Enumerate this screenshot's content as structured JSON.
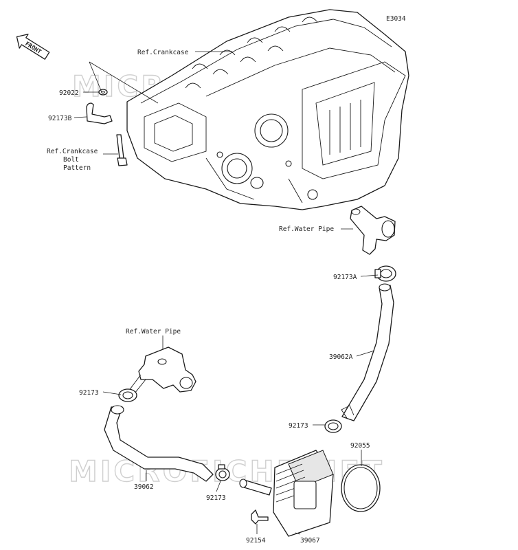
{
  "diagram_code": "E3034",
  "front_label": "FRONT",
  "watermarks": [
    "MICROFICHE.NET",
    "MICROFICHE.NET"
  ],
  "labels": {
    "ref_crankcase": "Ref.Crankcase",
    "p92022": "92022",
    "p92173B": "92173B",
    "ref_bolt_1": "Ref.Crankcase",
    "ref_bolt_2": "Bolt",
    "ref_bolt_3": "Pattern",
    "ref_water_pipe_right": "Ref.Water Pipe",
    "p92173A": "92173A",
    "p39062A": "39062A",
    "ref_water_pipe_left": "Ref.Water Pipe",
    "p92173_left": "92173",
    "p92173_right": "92173",
    "p92055": "92055",
    "p39062": "39062",
    "p92173_bottom": "92173",
    "p92154": "92154",
    "p39067": "39067"
  },
  "colors": {
    "line": "#1a1a1a",
    "watermark": "#cfcfcf",
    "background": "#ffffff"
  }
}
